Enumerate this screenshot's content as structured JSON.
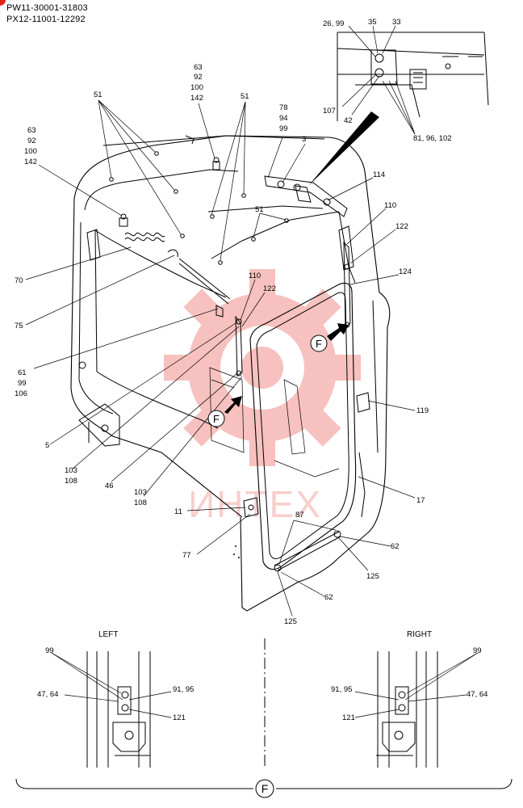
{
  "header": {
    "serial_range_1": "PW11-30001-31803",
    "serial_range_2": "PX12-11001-12292"
  },
  "callouts": {
    "c51a": "51",
    "c51b": "51",
    "c51c": "51",
    "c63a": "63",
    "c92a": "92",
    "c100a": "100",
    "c142a": "142",
    "c63b": "63",
    "c92b": "92",
    "c100b": "100",
    "c142b": "142",
    "c78": "78",
    "c94": "94",
    "c99": "99",
    "c3": "3",
    "c114": "114",
    "c110a": "110",
    "c122a": "122",
    "c124": "124",
    "c110b": "110",
    "c122b": "122",
    "c70": "70",
    "c75": "75",
    "c61": "61",
    "c99b": "99",
    "c106": "106",
    "c5": "5",
    "c103a": "103",
    "c108a": "108",
    "c46": "46",
    "c103b": "103",
    "c108b": "108",
    "c11": "11",
    "c77": "77",
    "c119": "119",
    "c17": "17",
    "c87": "87",
    "c62a": "62",
    "c125a": "125",
    "c62b": "62",
    "c125b": "125",
    "inset_26_99": "26, 99",
    "inset_35": "35",
    "inset_33": "33",
    "inset_107": "107",
    "inset_42": "42",
    "inset_81": "81, 96, 102",
    "f_main1": "F",
    "f_main2": "F",
    "f_bottom": "F"
  },
  "details": {
    "left_title": "LEFT",
    "right_title": "RIGHT",
    "l99": "99",
    "l4764": "47, 64",
    "l9195": "91, 95",
    "l121": "121",
    "r99": "99",
    "r4764": "47, 64",
    "r9195": "91, 95",
    "r121": "121"
  },
  "watermark": {
    "text": "ИНТЕХ",
    "color": "#e2231a"
  }
}
